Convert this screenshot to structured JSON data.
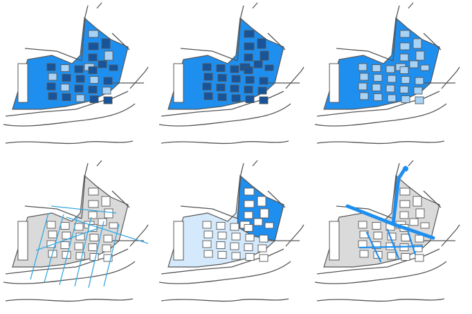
{
  "colors": {
    "background": "#ffffff",
    "outline": "#555555",
    "fill_blue": "#1f8fef",
    "fill_dark_blue": "#17549a",
    "fill_light_blue": "#d4e9fb",
    "fill_gray": "#dadada",
    "block_light": "#ffffff",
    "block_pale_blue": "#a8d3f6",
    "axis_line": "#35a7e0"
  },
  "panels": [
    {
      "id": "panel-1",
      "site_fill": "blue",
      "block_style": "mixed-dark-light",
      "overlay": "none"
    },
    {
      "id": "panel-2",
      "site_fill": "blue",
      "block_style": "all-dark",
      "overlay": "none"
    },
    {
      "id": "panel-3",
      "site_fill": "blue",
      "block_style": "all-light",
      "overlay": "none"
    },
    {
      "id": "panel-4",
      "site_fill": "gray",
      "block_style": "white",
      "overlay": "axis-lines"
    },
    {
      "id": "panel-5",
      "site_fill": "light-blue",
      "block_style": "white",
      "overlay": "north-zone-highlight"
    },
    {
      "id": "panel-6",
      "site_fill": "gray",
      "block_style": "white",
      "overlay": "street-network"
    }
  ]
}
